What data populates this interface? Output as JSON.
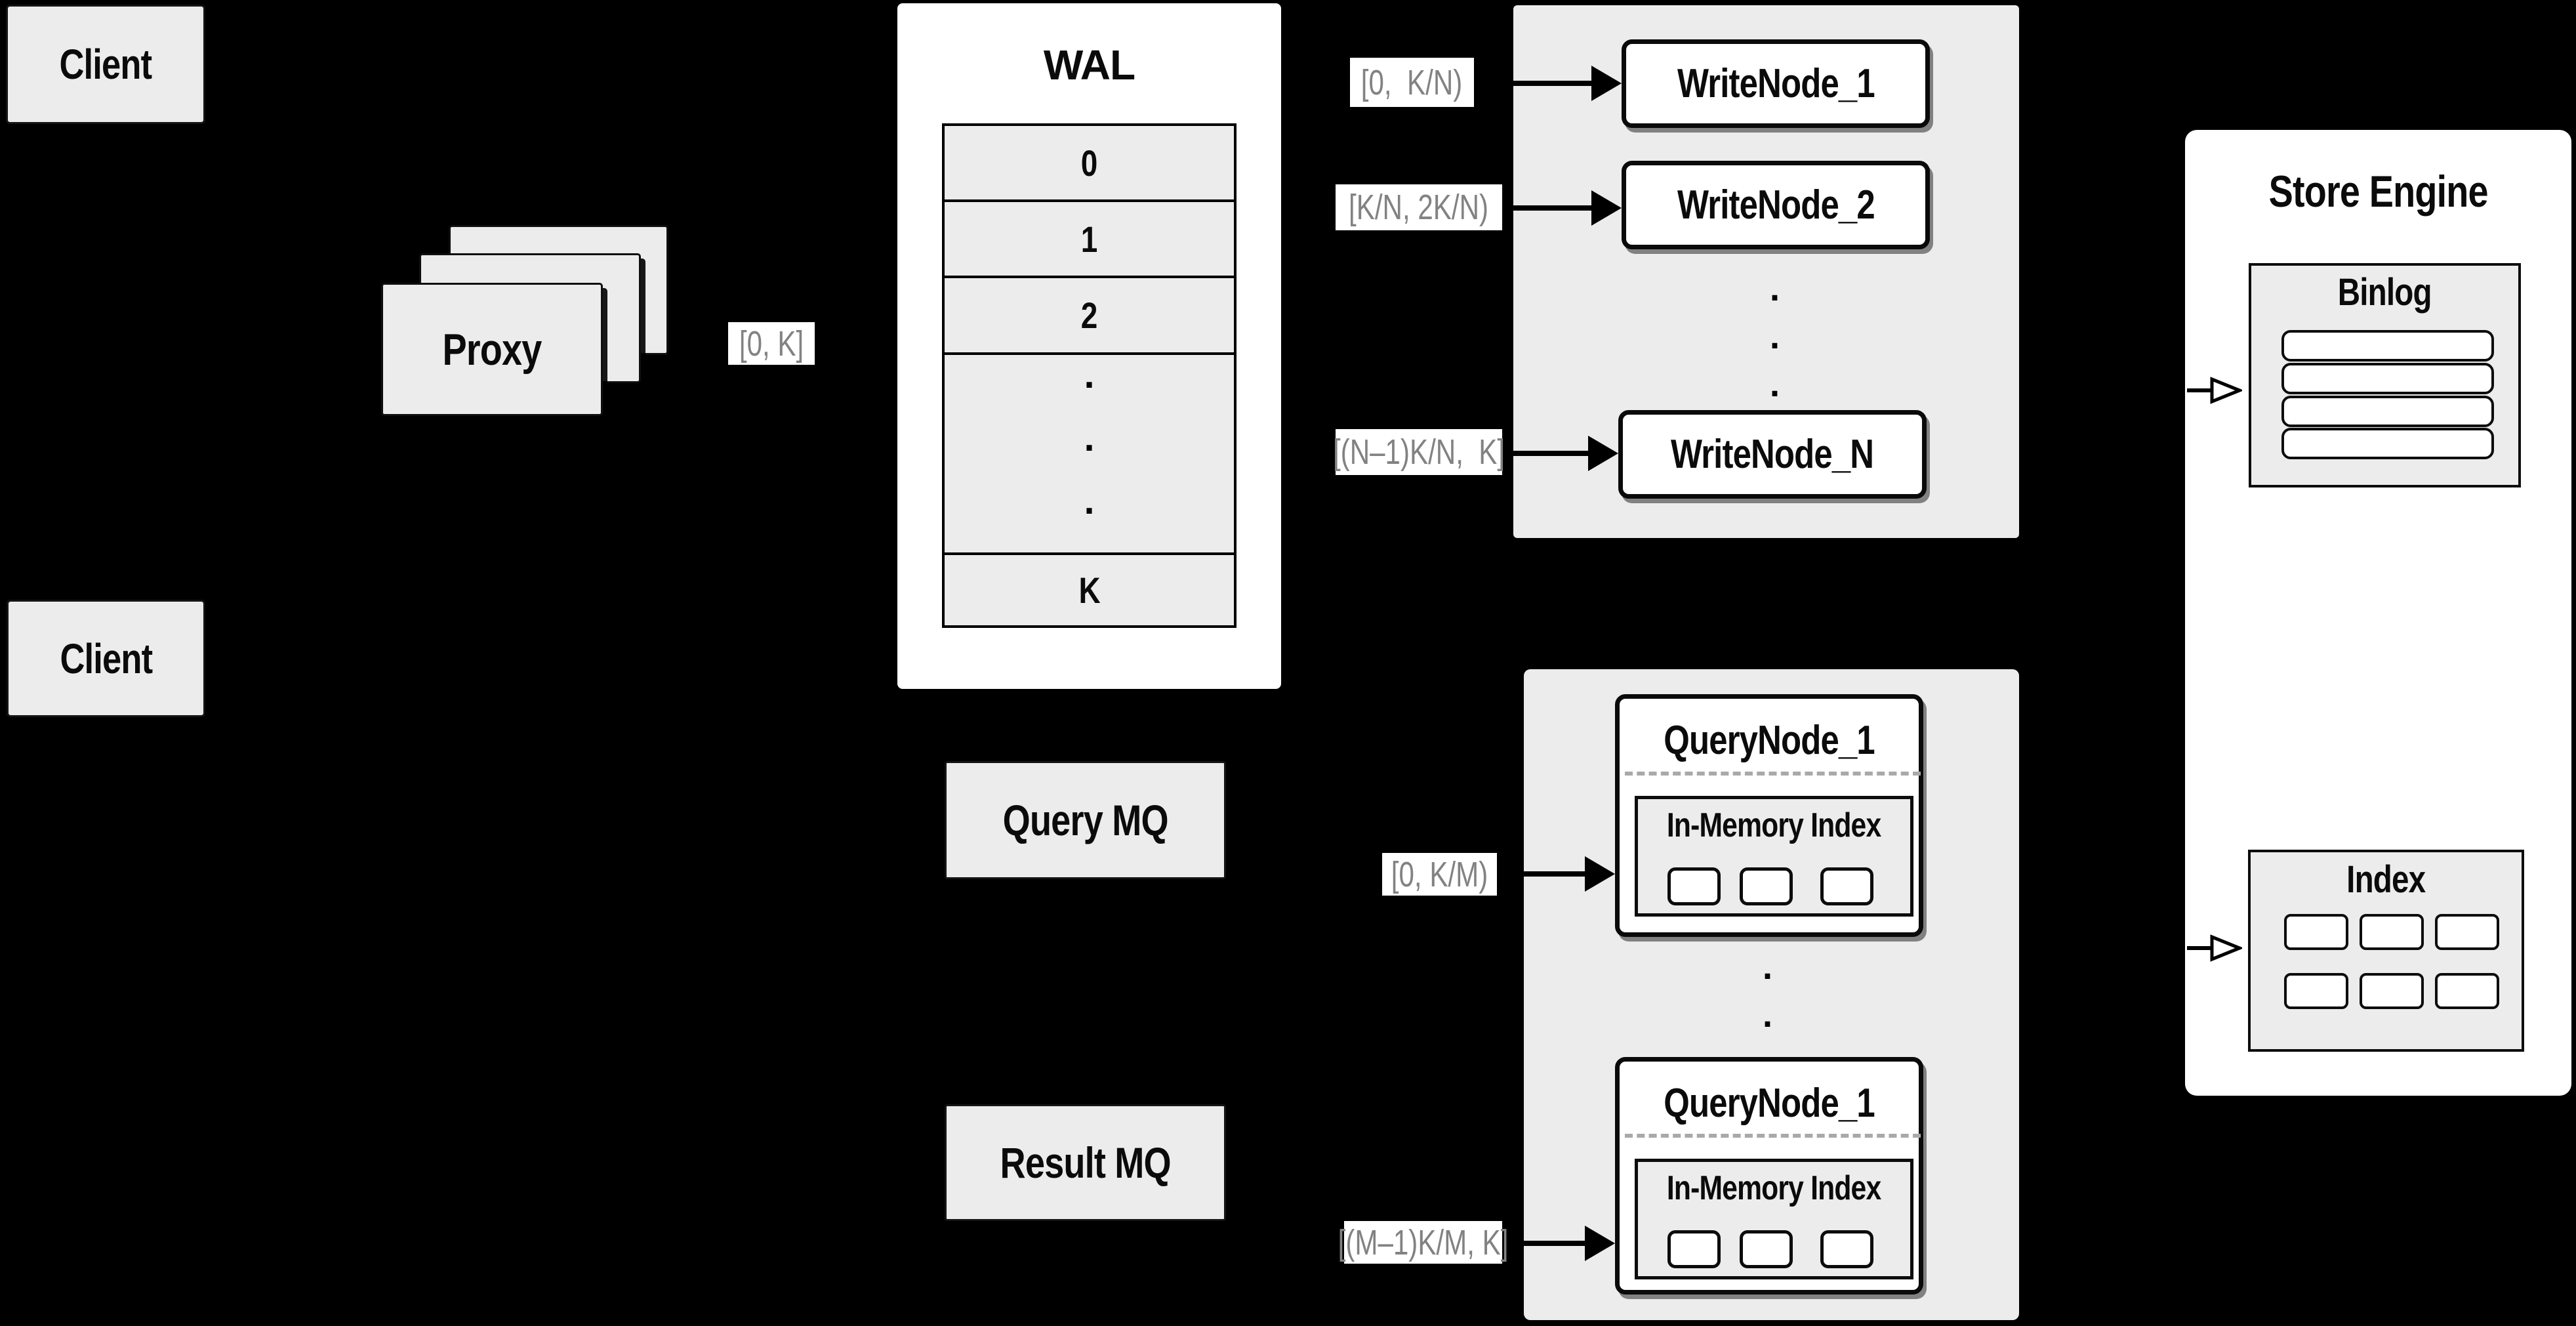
{
  "colors": {
    "background": "#000000",
    "panel_gray": "#ececec",
    "node_white": "#ffffff",
    "border_black": "#0a0a0a",
    "range_label_text": "#828282",
    "dashed_separator": "#a9a9a9"
  },
  "clients": {
    "top": "Client",
    "bottom": "Client"
  },
  "proxy": {
    "label": "Proxy"
  },
  "edge_labels": {
    "proxy_to_wal": "[0, K]"
  },
  "wal": {
    "title": "WAL",
    "segments": [
      "0",
      "1",
      "2"
    ],
    "ellipsis": "...",
    "last_segment": "K"
  },
  "write_cluster": {
    "ellipsis": "...",
    "nodes": [
      {
        "range": "[0,  K/N)",
        "name": "WriteNode_1"
      },
      {
        "range": "[K/N, 2K/N)",
        "name": "WriteNode_2"
      },
      {
        "range": "[(N–1)K/N,  K]",
        "name": "WriteNode_N"
      }
    ]
  },
  "mq": {
    "query": "Query MQ",
    "result": "Result MQ"
  },
  "query_cluster": {
    "ellipsis": "...",
    "nodes": [
      {
        "range": "[0, K/M)",
        "name": "QueryNode_1",
        "memory_index": "In-Memory Index"
      },
      {
        "range": "[(M–1)K/M, K]",
        "name": "QueryNode_1",
        "memory_index": "In-Memory Index"
      }
    ]
  },
  "store_engine": {
    "title": "Store Engine",
    "binlog": "Binlog",
    "index": "Index"
  }
}
